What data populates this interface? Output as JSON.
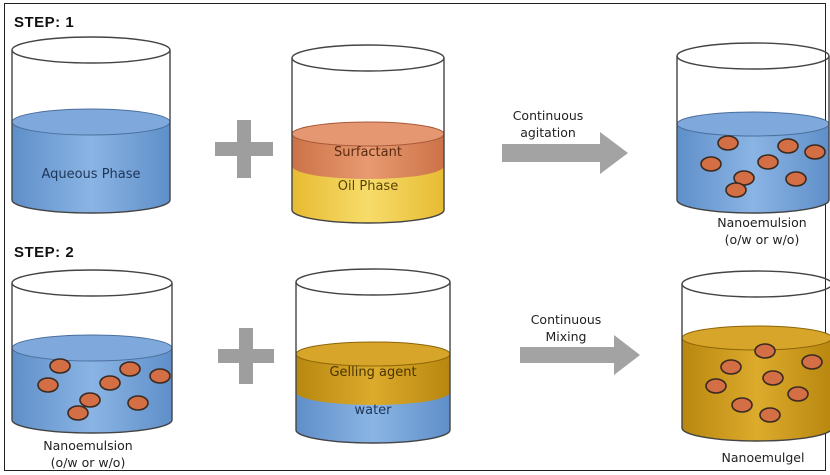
{
  "step1": {
    "label": "STEP: 1",
    "beaker_aqueous": "Aqueous Phase",
    "beaker_surfactant": "Surfactant",
    "beaker_oil": "Oil Phase",
    "arrow_line1": "Continuous",
    "arrow_line2": "agitation",
    "result_line1": "Nanoemulsion",
    "result_line2": "(o/w or w/o)"
  },
  "step2": {
    "label": "STEP: 2",
    "left_line1": "Nanoemulsion",
    "left_line2": "(o/w or w/o)",
    "beaker_gelling": "Gelling agent",
    "beaker_water": "water",
    "arrow_line1": "Continuous",
    "arrow_line2": "Mixing",
    "result": "Nanoemulgel"
  },
  "colors": {
    "aqueous": "#6f9fd6",
    "surfactant": "#d9855c",
    "oil": "#f1cd4a",
    "gel": "#cd9a1f",
    "droplet": "#d46e45",
    "arrow": "#a0a0a0"
  }
}
